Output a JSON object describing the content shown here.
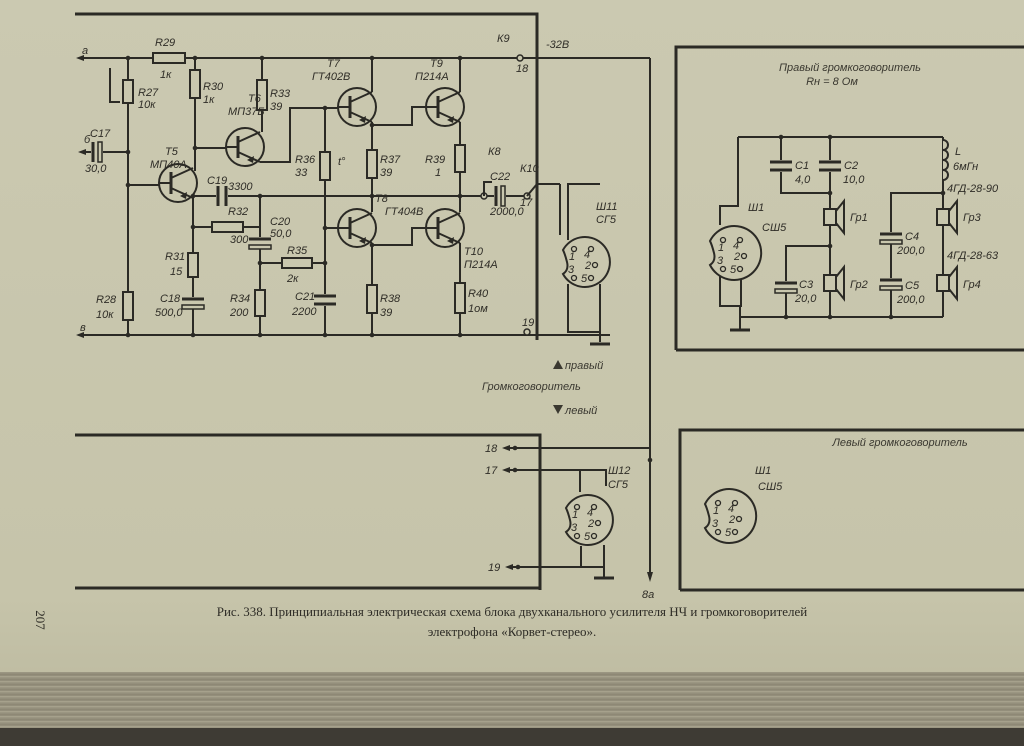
{
  "amplifier": {
    "nodes": {
      "a": "а",
      "b": "б",
      "v": "в",
      "k9": "К9",
      "n18": "18",
      "supply": "-32В",
      "k8": "К8",
      "k10": "К10",
      "n17": "17",
      "n19": "19"
    },
    "transistors": [
      {
        "ref": "T5",
        "type": "МП40А"
      },
      {
        "ref": "T6",
        "type": "МП37Б"
      },
      {
        "ref": "T7",
        "type": "ГТ402В"
      },
      {
        "ref": "T8",
        "type": "ГТ404В"
      },
      {
        "ref": "T9",
        "type": "П214А"
      },
      {
        "ref": "T10",
        "type": "П214А"
      }
    ],
    "resistors": [
      {
        "ref": "R27",
        "value": "10к"
      },
      {
        "ref": "R28",
        "value": "10к"
      },
      {
        "ref": "R29",
        "value": "1к"
      },
      {
        "ref": "R30",
        "value": "1к"
      },
      {
        "ref": "R31",
        "value": "15"
      },
      {
        "ref": "R32",
        "value": "300"
      },
      {
        "ref": "R33",
        "value": "39"
      },
      {
        "ref": "R34",
        "value": "200"
      },
      {
        "ref": "R35",
        "value": "2к"
      },
      {
        "ref": "R36",
        "value": "33",
        "note": "t°"
      },
      {
        "ref": "R37",
        "value": "39"
      },
      {
        "ref": "R38",
        "value": "39"
      },
      {
        "ref": "R39",
        "value": "1"
      },
      {
        "ref": "R40",
        "value": "1ом"
      }
    ],
    "capacitors": [
      {
        "ref": "C17",
        "value": "30,0"
      },
      {
        "ref": "C18",
        "value": "500,0"
      },
      {
        "ref": "C19",
        "value": "3300"
      },
      {
        "ref": "C20",
        "value": "50,0"
      },
      {
        "ref": "C21",
        "value": "2200"
      },
      {
        "ref": "C22",
        "value": "2000,0"
      }
    ],
    "connector": {
      "ref": "Ш11",
      "type": "СГ5",
      "pins": [
        "1",
        "2",
        "3",
        "4",
        "5"
      ]
    }
  },
  "selector": {
    "up": "правый",
    "label": "Громкоговоритель",
    "down": "левый"
  },
  "left_channel": {
    "nodes": [
      "18",
      "17",
      "19"
    ],
    "connector": {
      "ref": "Ш12",
      "type": "СГ5",
      "pins": [
        "1",
        "2",
        "3",
        "4",
        "5"
      ]
    },
    "output": "8а"
  },
  "right_speaker": {
    "title": "Правый громкоговоритель",
    "impedance": "Rн = 8 Ом",
    "connector": {
      "ref": "Ш1",
      "type": "СШ5",
      "pins": [
        "1",
        "2",
        "3",
        "4",
        "5"
      ]
    },
    "inductor": {
      "ref": "L",
      "value": "6мГн"
    },
    "capacitors": [
      {
        "ref": "C1",
        "value": "4,0"
      },
      {
        "ref": "C2",
        "value": "10,0"
      },
      {
        "ref": "C3",
        "value": "20,0"
      },
      {
        "ref": "C4",
        "value": "200,0"
      },
      {
        "ref": "C5",
        "value": "200,0"
      }
    ],
    "speakers": [
      {
        "ref": "Гр1",
        "type": ""
      },
      {
        "ref": "Гр2",
        "type": ""
      },
      {
        "ref": "Гр3",
        "type": "4ГД-28-90"
      },
      {
        "ref": "Гр4",
        "type": "4ГД-28-63"
      }
    ]
  },
  "left_speaker": {
    "title": "Левый громкоговоритель",
    "connector": {
      "ref": "Ш1",
      "type": "СШ5",
      "pins": [
        "1",
        "2",
        "3",
        "4",
        "5"
      ]
    }
  },
  "caption": {
    "line1": "Рис. 338. Принципиальная электрическая схема блока двухканального усилителя НЧ и громкоговорителей",
    "line2": "электрофона «Корвет-стерео»."
  },
  "page_number": "207"
}
